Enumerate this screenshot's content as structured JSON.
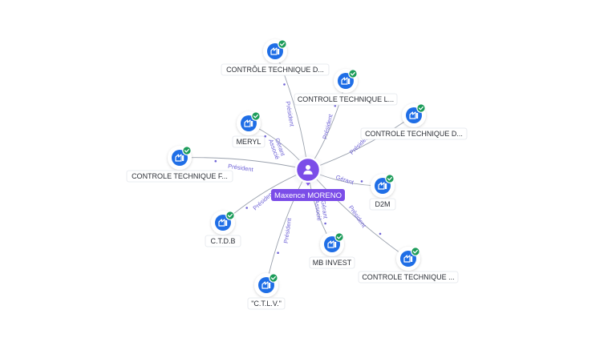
{
  "center": {
    "name": "Maxence MORENO",
    "icon": "person-icon",
    "color": "#7b4de8"
  },
  "colors": {
    "company_fill": "#1f6ee6",
    "verified": "#1c9c5a",
    "edge": "#9aa1ad",
    "edge_label": "#6f63d6"
  },
  "companies": [
    {
      "name": "CONTRÔLE TECHNIQUE D...",
      "relation": "Président",
      "icon": "building-icon",
      "verified": true
    },
    {
      "name": "CONTROLE TECHNIQUE L...",
      "relation": "Président",
      "icon": "building-icon",
      "verified": true
    },
    {
      "name": "CONTROLE TECHNIQUE D...",
      "relation": "Président",
      "icon": "building-icon",
      "verified": true
    },
    {
      "name": "MERYL",
      "relation": "Gérant Associé",
      "icon": "building-icon",
      "verified": true
    },
    {
      "name": "CONTROLE TECHNIQUE F...",
      "relation": "Président",
      "icon": "building-icon",
      "verified": true
    },
    {
      "name": "D2M",
      "relation": "Gérant",
      "icon": "building-icon",
      "verified": true
    },
    {
      "name": "C.T.D.B",
      "relation": "Président",
      "icon": "building-icon",
      "verified": true
    },
    {
      "name": "MB INVEST",
      "relation": "Gérant Associé",
      "icon": "building-icon",
      "verified": true
    },
    {
      "name": "CONTROLE TECHNIQUE ...",
      "relation": "Président",
      "icon": "building-icon",
      "verified": true
    },
    {
      "name": "\"C.T.L.V.\"",
      "relation": "Président",
      "icon": "building-icon",
      "verified": true
    }
  ]
}
